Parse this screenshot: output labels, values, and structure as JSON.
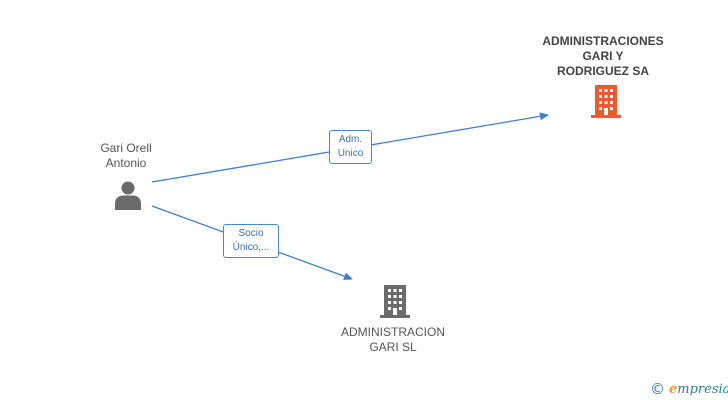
{
  "colors": {
    "edge": "#3d7fd6",
    "company_highlight": "#ef5a2a",
    "company_default": "#6b6b6b",
    "person": "#6b6b6b"
  },
  "nodes": {
    "person": {
      "label": "Gari Orell\nAntonio",
      "icon": "person-icon"
    },
    "company_main": {
      "label": "ADMINISTRACIONES\nGARI Y\nRODRIGUEZ SA",
      "icon": "building-icon"
    },
    "company_secondary": {
      "label": "ADMINISTRACION\nGARI SL",
      "icon": "building-icon"
    }
  },
  "edges": [
    {
      "from": "person",
      "to": "company_main",
      "label": "Adm.\nUnico"
    },
    {
      "from": "person",
      "to": "company_secondary",
      "label": "Socio\nÚnico,..."
    }
  ],
  "footer": {
    "copyright": "©",
    "brand_initial": "e",
    "brand_rest": "mpresia"
  }
}
